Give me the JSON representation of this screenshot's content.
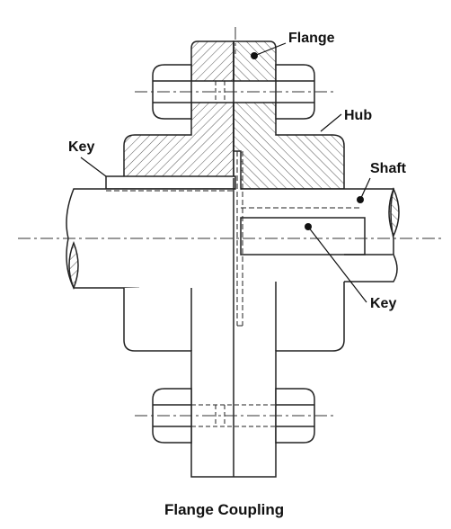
{
  "diagram": {
    "caption": "Flange Coupling",
    "labels": {
      "flange": "Flange",
      "hub": "Hub",
      "key_left": "Key",
      "shaft": "Shaft",
      "key_right": "Key"
    }
  },
  "colors": {
    "line": "#222222",
    "hatch": "#555555",
    "background": "#ffffff"
  }
}
